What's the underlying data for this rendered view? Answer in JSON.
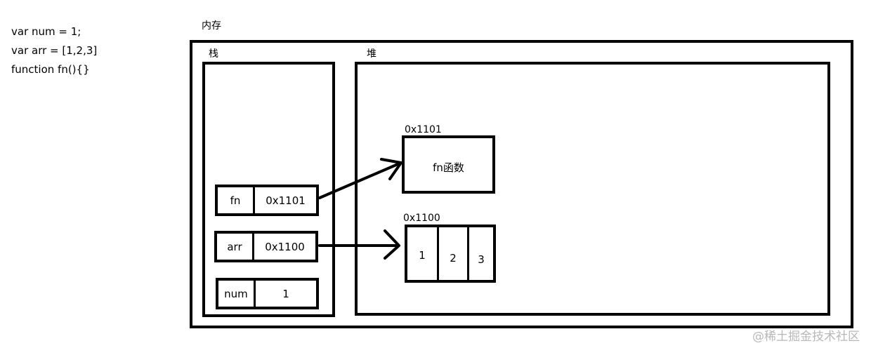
{
  "code": {
    "lines": [
      "var num = 1;",
      "var arr = [1,2,3]",
      "function fn(){}"
    ]
  },
  "memory": {
    "label": "内存",
    "stack": {
      "label": "栈",
      "rows": [
        {
          "name": "fn",
          "value": "0x1101"
        },
        {
          "name": "arr",
          "value": "0x1100"
        },
        {
          "name": "num",
          "value": "1"
        }
      ]
    },
    "heap": {
      "label": "堆",
      "fn_object": {
        "address": "0x1101",
        "content": "fn函数"
      },
      "arr_object": {
        "address": "0x1100",
        "items": [
          "1",
          "2",
          "3"
        ]
      }
    }
  },
  "watermark": "@稀土掘金技术社区"
}
